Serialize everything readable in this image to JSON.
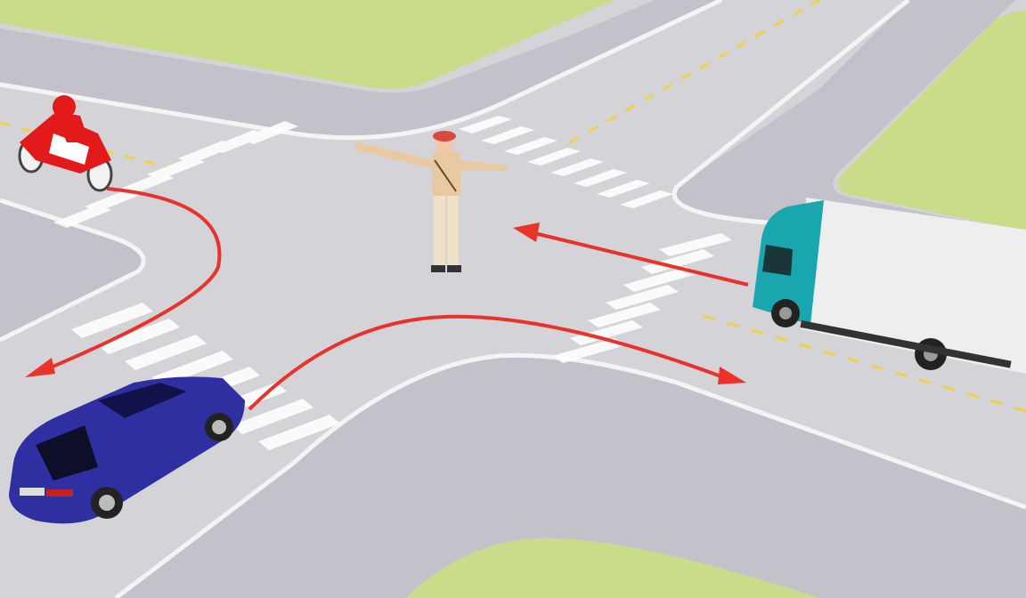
{
  "scene": {
    "subject": "traffic-police-controlled-intersection",
    "colors": {
      "grass": "#c8dc8a",
      "road": "#d4d4d8",
      "sidewalk": "#c3c1ca",
      "curb": "#f4f4f4",
      "lane_yellow": "#f0d24a",
      "arrow_red": "#e8322a",
      "car_blue": "#2e2fa0",
      "truck_cab": "#1aa6ae",
      "truck_box": "#eeeeee",
      "motorbike_red": "#e21a1a",
      "officer_shirt": "#e8c9a2",
      "officer_cap": "#d64a3e"
    },
    "vehicles": [
      {
        "kind": "motorbike",
        "icon": "motorbike-icon",
        "movement": "turn-left"
      },
      {
        "kind": "car",
        "icon": "car-icon",
        "movement": "turn-right"
      },
      {
        "kind": "truck",
        "icon": "truck-icon",
        "movement": "straight"
      }
    ],
    "officer": {
      "icon": "traffic-police-icon",
      "pose": "arms-outstretched"
    }
  }
}
